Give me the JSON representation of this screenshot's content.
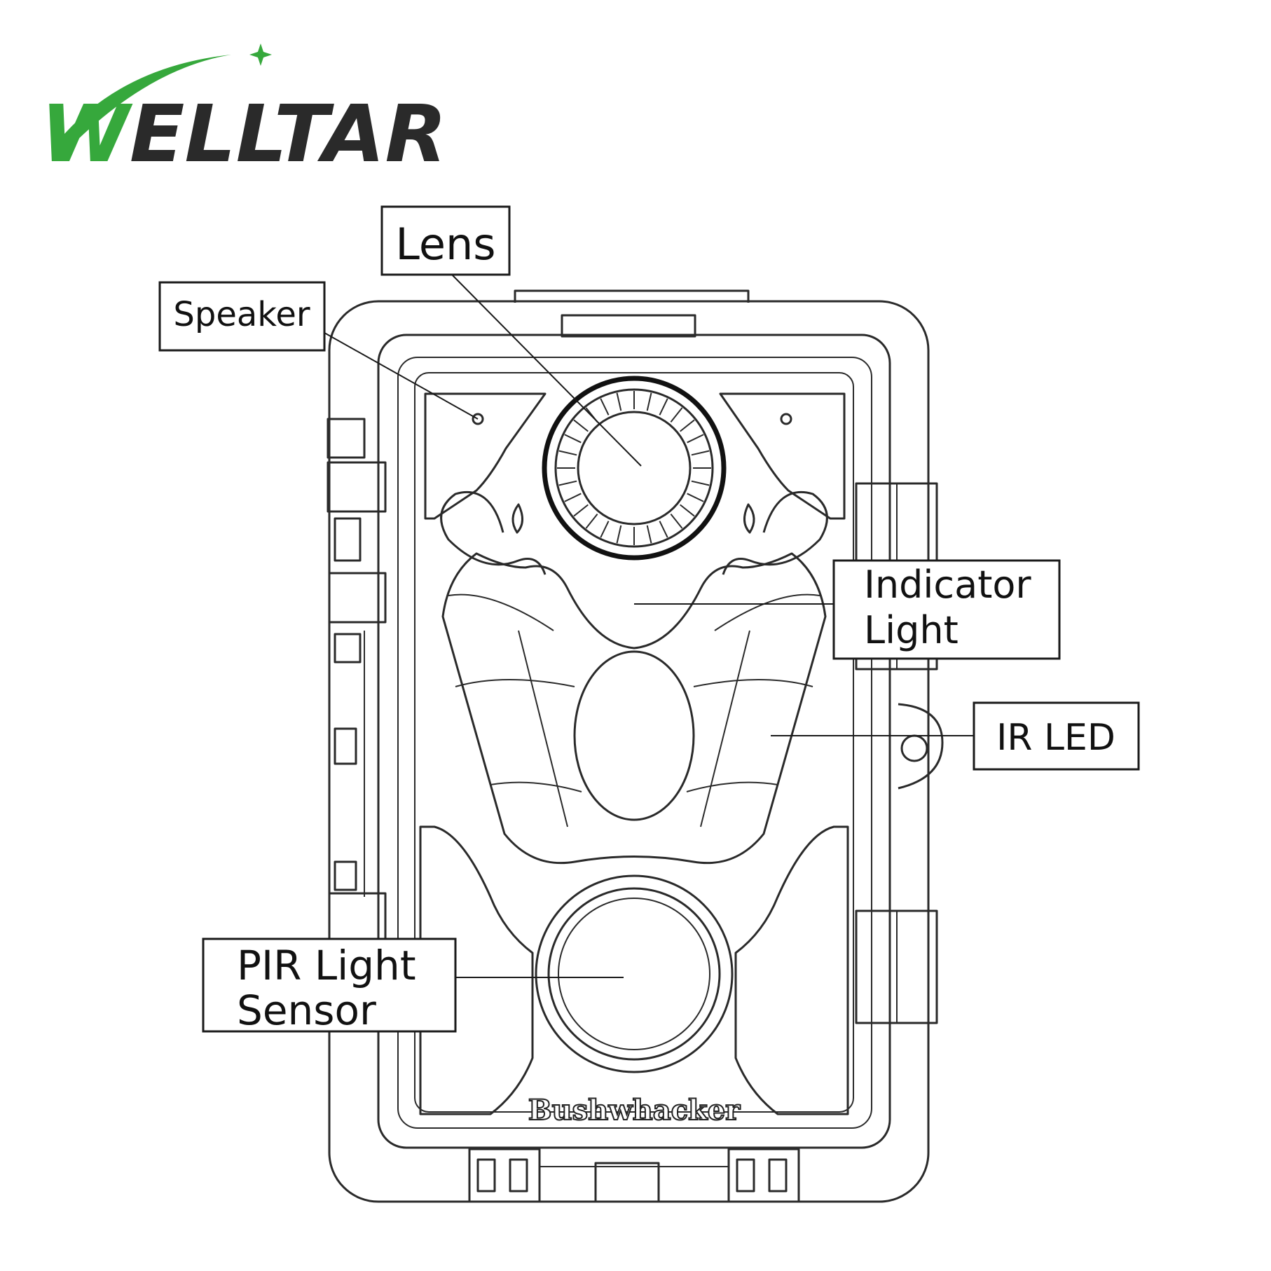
{
  "logo": {
    "text": "WELLTAR",
    "colors": {
      "green": "#36a83c",
      "dark": "#2a2a2a"
    }
  },
  "brand_mark": "Bushwhacker",
  "callouts": {
    "lens": "Lens",
    "speaker": "Speaker",
    "indicator_line1": "Indicator",
    "indicator_line2": "Light",
    "ir_led": "IR LED",
    "pir_line1": "PIR Light",
    "pir_line2": "Sensor"
  }
}
